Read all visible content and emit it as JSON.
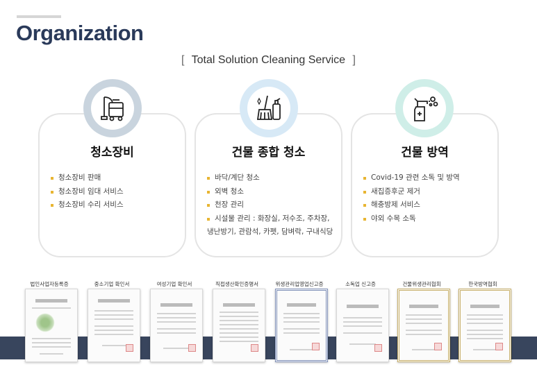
{
  "header": {
    "title": "Organization",
    "subtitle": "Total Solution Cleaning Service",
    "bracket_open": "[",
    "bracket_close": "]"
  },
  "colors": {
    "title": "#2a3a5a",
    "bullet": "#e8b532",
    "band": "#38455d",
    "ring1": "#c9d4de",
    "ring2": "#d7e9f6",
    "ring3": "#cfeee8"
  },
  "services": [
    {
      "icon": "cleaning-equipment-icon",
      "title": "청소장비",
      "items": [
        "청소장비 판매",
        "청소장비 임대 서비스",
        "청소장비 수리 서비스"
      ]
    },
    {
      "icon": "building-cleaning-icon",
      "title": "건물 종합 청소",
      "items": [
        "바닥/계단 청소",
        "외벽 청소",
        "천장 관리",
        "시설물 관리 : 화장실, 저수조, 주차장,",
        "냉난방기, 관람석, 카펫, 담벼락, 구내식당"
      ]
    },
    {
      "icon": "disinfection-spray-icon",
      "title": "건물 방역",
      "items": [
        "Covid-19 관련 소독 및 방역",
        "새집증후군 제거",
        "해충방제 서비스",
        "야외 수목 소독"
      ]
    }
  ],
  "certificates": [
    {
      "label": "법인사업자등록증"
    },
    {
      "label": "중소기업 확인서"
    },
    {
      "label": "여성기업 확인서"
    },
    {
      "label": "직접생산확인증명서"
    },
    {
      "label": "위생관리업영업신고증"
    },
    {
      "label": "소독업 신고증"
    },
    {
      "label": "건물위생관리협회"
    },
    {
      "label": "한국방역협회"
    }
  ]
}
